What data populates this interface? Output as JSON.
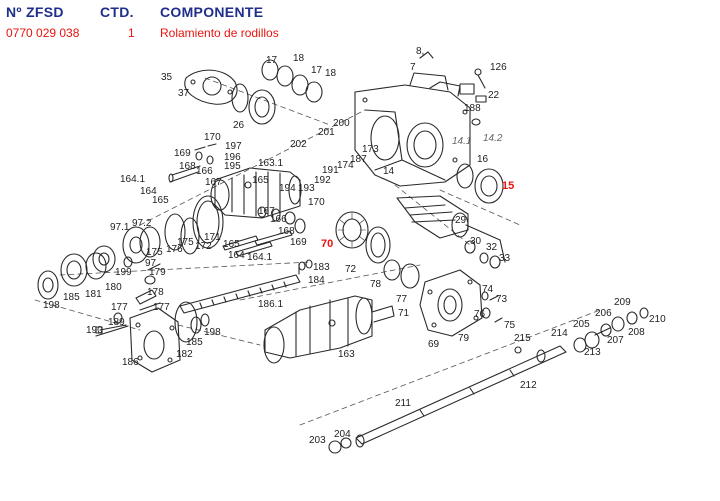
{
  "table": {
    "headers": {
      "number": "Nº ZFSD",
      "quantity": "CTD.",
      "component": "COMPONENTE"
    },
    "row": {
      "number": "0770 029 038",
      "quantity": "1",
      "component": "Rolamiento de rodillos"
    }
  },
  "colors": {
    "header": "#1f2e8a",
    "row_text": "#e8140f",
    "highlight_label": "#e8140f",
    "label": "#222222",
    "drawing": "#2a2a2a"
  },
  "diagram": {
    "part_labels": [
      "35",
      "37",
      "17",
      "18",
      "17",
      "18",
      "26",
      "8,",
      "7",
      "126",
      "22",
      "188",
      "201",
      "200",
      "202",
      "170",
      "197",
      "169",
      "196",
      "195",
      "168",
      "166",
      "167",
      "163.1",
      "194",
      "193",
      "192",
      "191",
      "174",
      "187",
      "173",
      "14.1",
      "14.2",
      "14",
      "16",
      "15",
      "164.1",
      "164",
      "165",
      "165",
      "170",
      "167",
      "166",
      "168",
      "169",
      "97.1",
      "97.2",
      "175",
      "176",
      "175",
      "172",
      "171",
      "165",
      "164",
      "164.1",
      "29",
      "70",
      "72",
      "30",
      "32",
      "33",
      "198",
      "185",
      "181",
      "199",
      "180",
      "97",
      "179",
      "178",
      "177",
      "177",
      "183",
      "184",
      "186.1",
      "78",
      "77",
      "71",
      "74",
      "73",
      "76",
      "75",
      "190",
      "189",
      "186",
      "182",
      "185",
      "198",
      "163",
      "69",
      "79",
      "209",
      "210",
      "206",
      "208",
      "207",
      "205",
      "214",
      "213",
      "215",
      "212",
      "211",
      "204",
      "203"
    ],
    "highlighted_labels": [
      "15",
      "70"
    ],
    "italic_labels": [
      "14.1",
      "14.2"
    ]
  }
}
